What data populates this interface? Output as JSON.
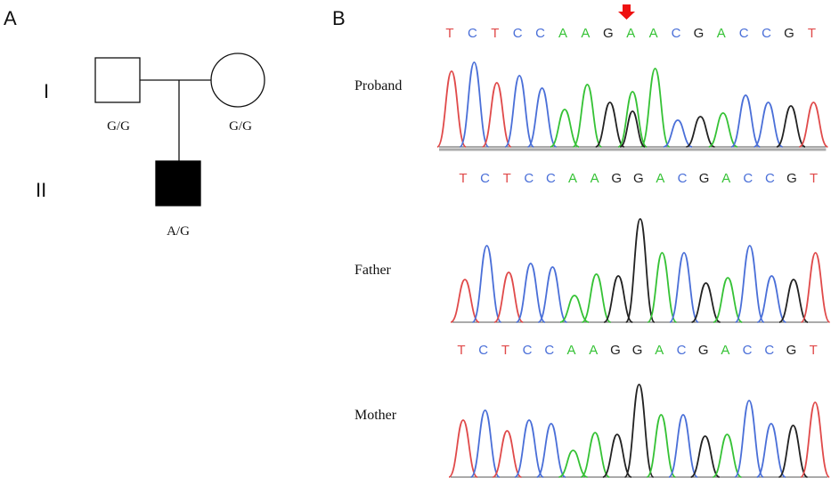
{
  "panels": {
    "a": "A",
    "b": "B"
  },
  "pedigree": {
    "generations": [
      "I",
      "II"
    ],
    "father_genotype": "G/G",
    "mother_genotype": "G/G",
    "proband_genotype": "A/G"
  },
  "base_colors": {
    "T": "#e04a4a",
    "C": "#4a6fd8",
    "A": "#35c235",
    "G": "#222222"
  },
  "mutation_marker_color": "#ee1111",
  "tracks": [
    {
      "label": "Proband",
      "bases": [
        "T",
        "C",
        "T",
        "C",
        "C",
        "A",
        "A",
        "G",
        "A",
        "A",
        "C",
        "G",
        "A",
        "C",
        "C",
        "G",
        "T"
      ],
      "mutation_index": 8
    },
    {
      "label": "Father",
      "bases": [
        "T",
        "C",
        "T",
        "C",
        "C",
        "A",
        "A",
        "G",
        "G",
        "A",
        "C",
        "G",
        "A",
        "C",
        "C",
        "G",
        "T"
      ]
    },
    {
      "label": "Mother",
      "bases": [
        "T",
        "C",
        "T",
        "C",
        "C",
        "A",
        "A",
        "G",
        "G",
        "A",
        "C",
        "G",
        "A",
        "C",
        "C",
        "G",
        "T"
      ]
    }
  ]
}
